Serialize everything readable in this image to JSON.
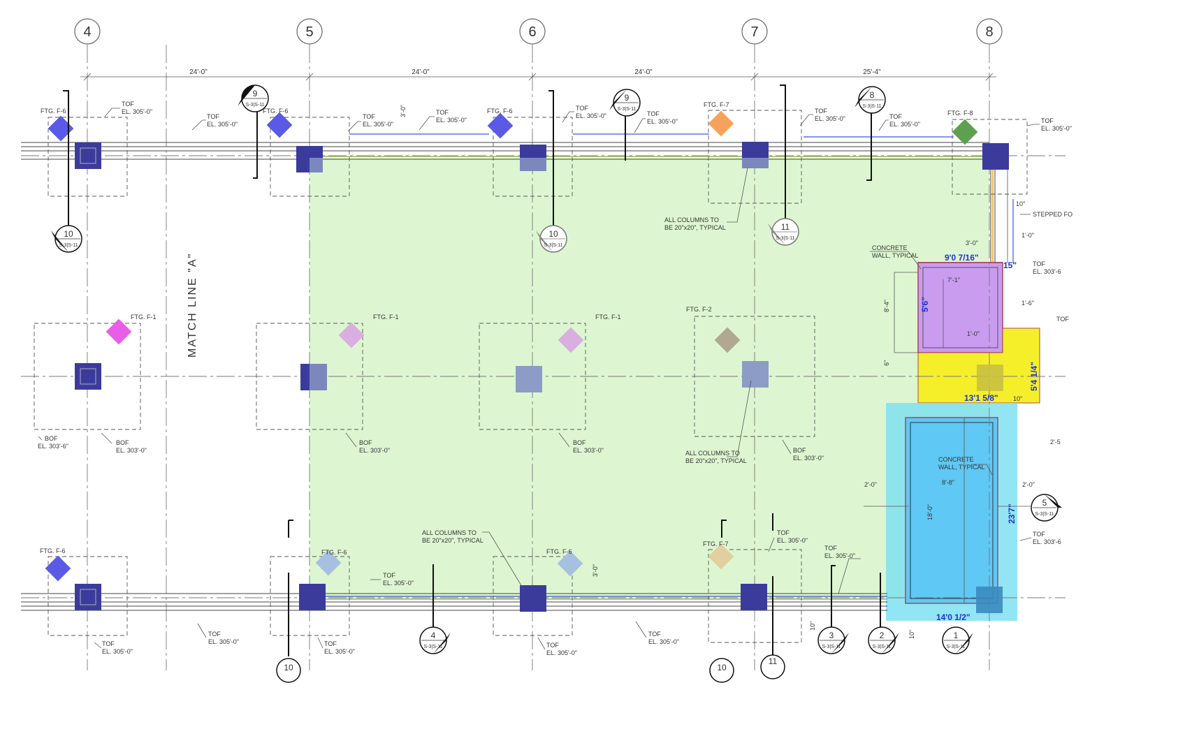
{
  "grid": {
    "lines": [
      "4",
      "5",
      "6",
      "7",
      "8"
    ],
    "dimensions": [
      "24'-0\"",
      "24'-0\"",
      "24'-0\"",
      "25'-4\""
    ]
  },
  "match_line": "MATCH LINE \"A\"",
  "labels": {
    "tof": "TOF",
    "tof_el": "EL. 305'-0\"",
    "bof": "BOF",
    "bof_el": "EL. 303'-0\"",
    "bof_el_alt": "EL. 303'-6\"",
    "tof_el_alt": "EL. 303'-6",
    "ftg_f1": "FTG. F-1",
    "ftg_f2": "FTG. F-2",
    "ftg_f6": "FTG. F-6",
    "ftg_f7": "FTG. F-7",
    "ftg_f8": "FTG. F-8",
    "columns_note_1": "ALL COLUMNS TO",
    "columns_note_2": "BE 20\"x20\", TYPICAL",
    "concrete_wall_1": "CONCRETE",
    "concrete_wall_2": "WALL, TYPICAL",
    "stepped": "STEPPED FO"
  },
  "sections": {
    "s9": "9",
    "s8": "8",
    "s10": "10",
    "s11": "11",
    "s4": "4",
    "s3": "3",
    "s2": "2",
    "s1": "1",
    "s5": "5",
    "sheet": "S-3|S-11"
  },
  "measurements": {
    "m_top_width": "9'0 7/16\"",
    "m_top_side": "15\"",
    "m_left_height": "5'6\"",
    "m_yellow_width": "13'1 5/8\"",
    "m_yellow_height": "5'4 1/4\"",
    "m_blue_width": "14'0 1/2\"",
    "m_blue_height": "23'7\""
  },
  "small_dims": {
    "d_3_0": "3'-0\"",
    "d_7_1": "7'-1\"",
    "d_1_0": "1'-0\"",
    "d_1_6": "1'-6\"",
    "d_8_4": "8'-4\"",
    "d_8_8": "8'-8\"",
    "d_18_0": "18'-0\"",
    "d_2_0": "2'-0\"",
    "d_2_5": "2'-5",
    "d_10": "10\"",
    "d_6": "6\""
  },
  "colors": {
    "green_zone": "#d9f5cc",
    "purple_zone": "#c99cf0",
    "yellow_zone": "#f5ef2a",
    "cyan_zone": "#7fe0f0",
    "blue_zone": "#5fc8f4",
    "column": "#3b3b9c",
    "diamond_blue": "#5a5ae6",
    "diamond_orange": "#f5a35c",
    "diamond_green": "#5fa050",
    "diamond_magenta": "#e85ee8"
  }
}
